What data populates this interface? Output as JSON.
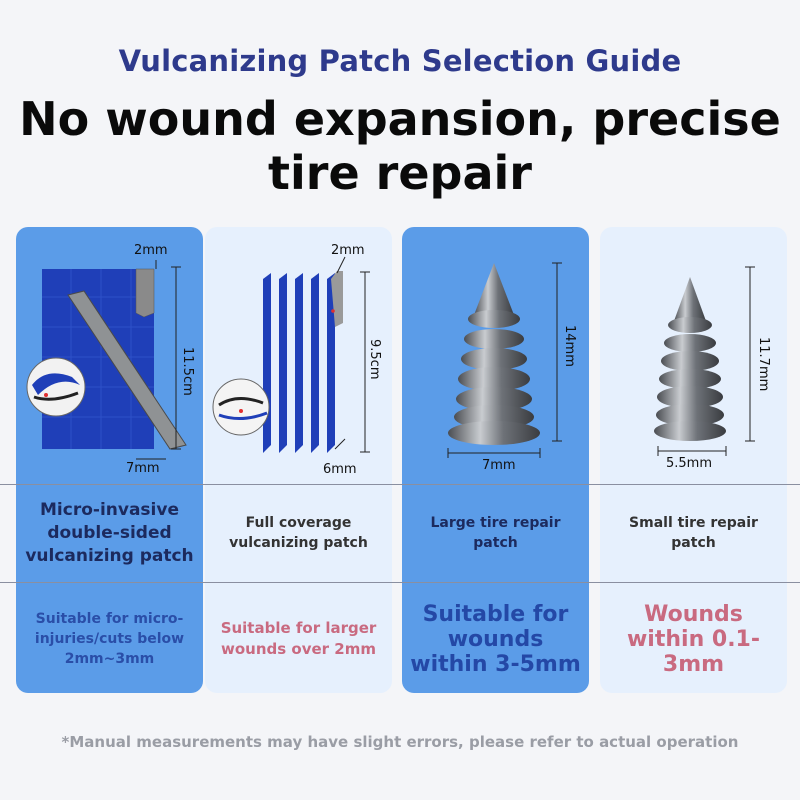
{
  "header": {
    "subtitle": "Vulcanizing Patch Selection Guide",
    "title_line1": "No wound expansion, precise",
    "title_line2": "tire repair"
  },
  "colors": {
    "card_dark": "#5b9ce8",
    "card_light": "#e6f0fd",
    "subtitle": "#2e3a8c",
    "desc_dark_text": "#2a4ea8",
    "desc_pink_text": "#c96a80",
    "patch_blue": "#1f3fb8"
  },
  "cards": [
    {
      "name": "Micro-invasive double-sided vulcanizing patch",
      "desc": "Suitable for micro-injuries/cuts below 2mm~3mm",
      "dims": {
        "thickness": "2mm",
        "height": "11.5cm",
        "width": "7mm"
      }
    },
    {
      "name": "Full coverage vulcanizing patch",
      "desc": "Suitable for larger wounds over 2mm",
      "dims": {
        "thickness": "2mm",
        "height": "9.5cm",
        "width": "6mm"
      }
    },
    {
      "name": "Large tire repair patch",
      "desc": "Suitable for wounds within 3-5mm",
      "dims": {
        "height": "14mm",
        "width": "7mm"
      }
    },
    {
      "name": "Small tire repair patch",
      "desc": "Wounds within 0.1-3mm",
      "dims": {
        "height": "11.7mm",
        "width": "5.5mm"
      }
    }
  ],
  "footnote": "*Manual measurements may have slight errors, please refer to actual operation"
}
